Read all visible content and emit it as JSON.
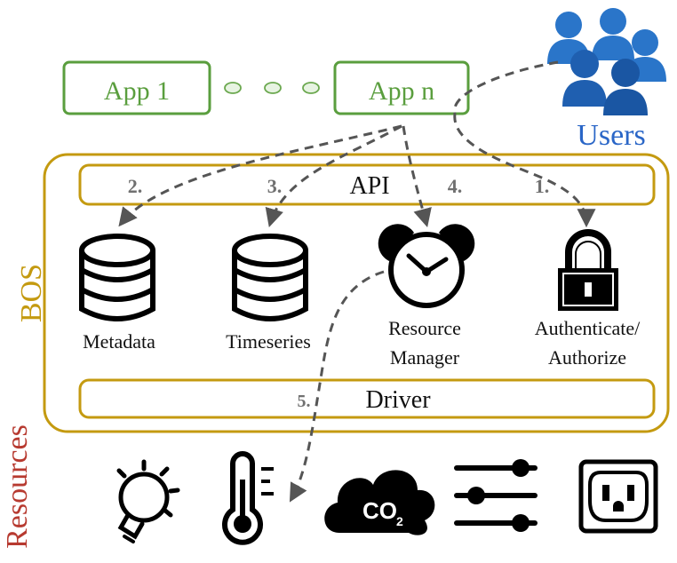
{
  "apps": [
    {
      "label": "App 1"
    },
    {
      "label": "App n"
    }
  ],
  "users": {
    "label": "Users"
  },
  "bos": {
    "label": "BOS"
  },
  "resources": {
    "label": "Resources"
  },
  "api": {
    "label": "API"
  },
  "driver": {
    "label": "Driver"
  },
  "steps": {
    "s1": "1.",
    "s2": "2.",
    "s3": "3.",
    "s4": "4.",
    "s5": "5."
  },
  "services": {
    "metadata": "Metadata",
    "timeseries": "Timeseries",
    "resource_manager": [
      "Resource",
      "Manager"
    ],
    "auth": [
      "Authenticate/",
      "Authorize"
    ]
  },
  "co2_label": {
    "main": "CO",
    "sub": "2"
  },
  "colors": {
    "app_green": "#5a9e3e",
    "bos_gold": "#c49a10",
    "resources_red": "#b73a30",
    "users_blue": "#2a66c7",
    "arrow_gray": "#555555",
    "step_gray": "#707070"
  },
  "icons": [
    "users-group-icon",
    "database-icon",
    "alarm-clock-icon",
    "padlock-icon",
    "lightbulb-icon",
    "thermometer-icon",
    "co2-cloud-icon",
    "sliders-icon",
    "power-outlet-icon"
  ]
}
